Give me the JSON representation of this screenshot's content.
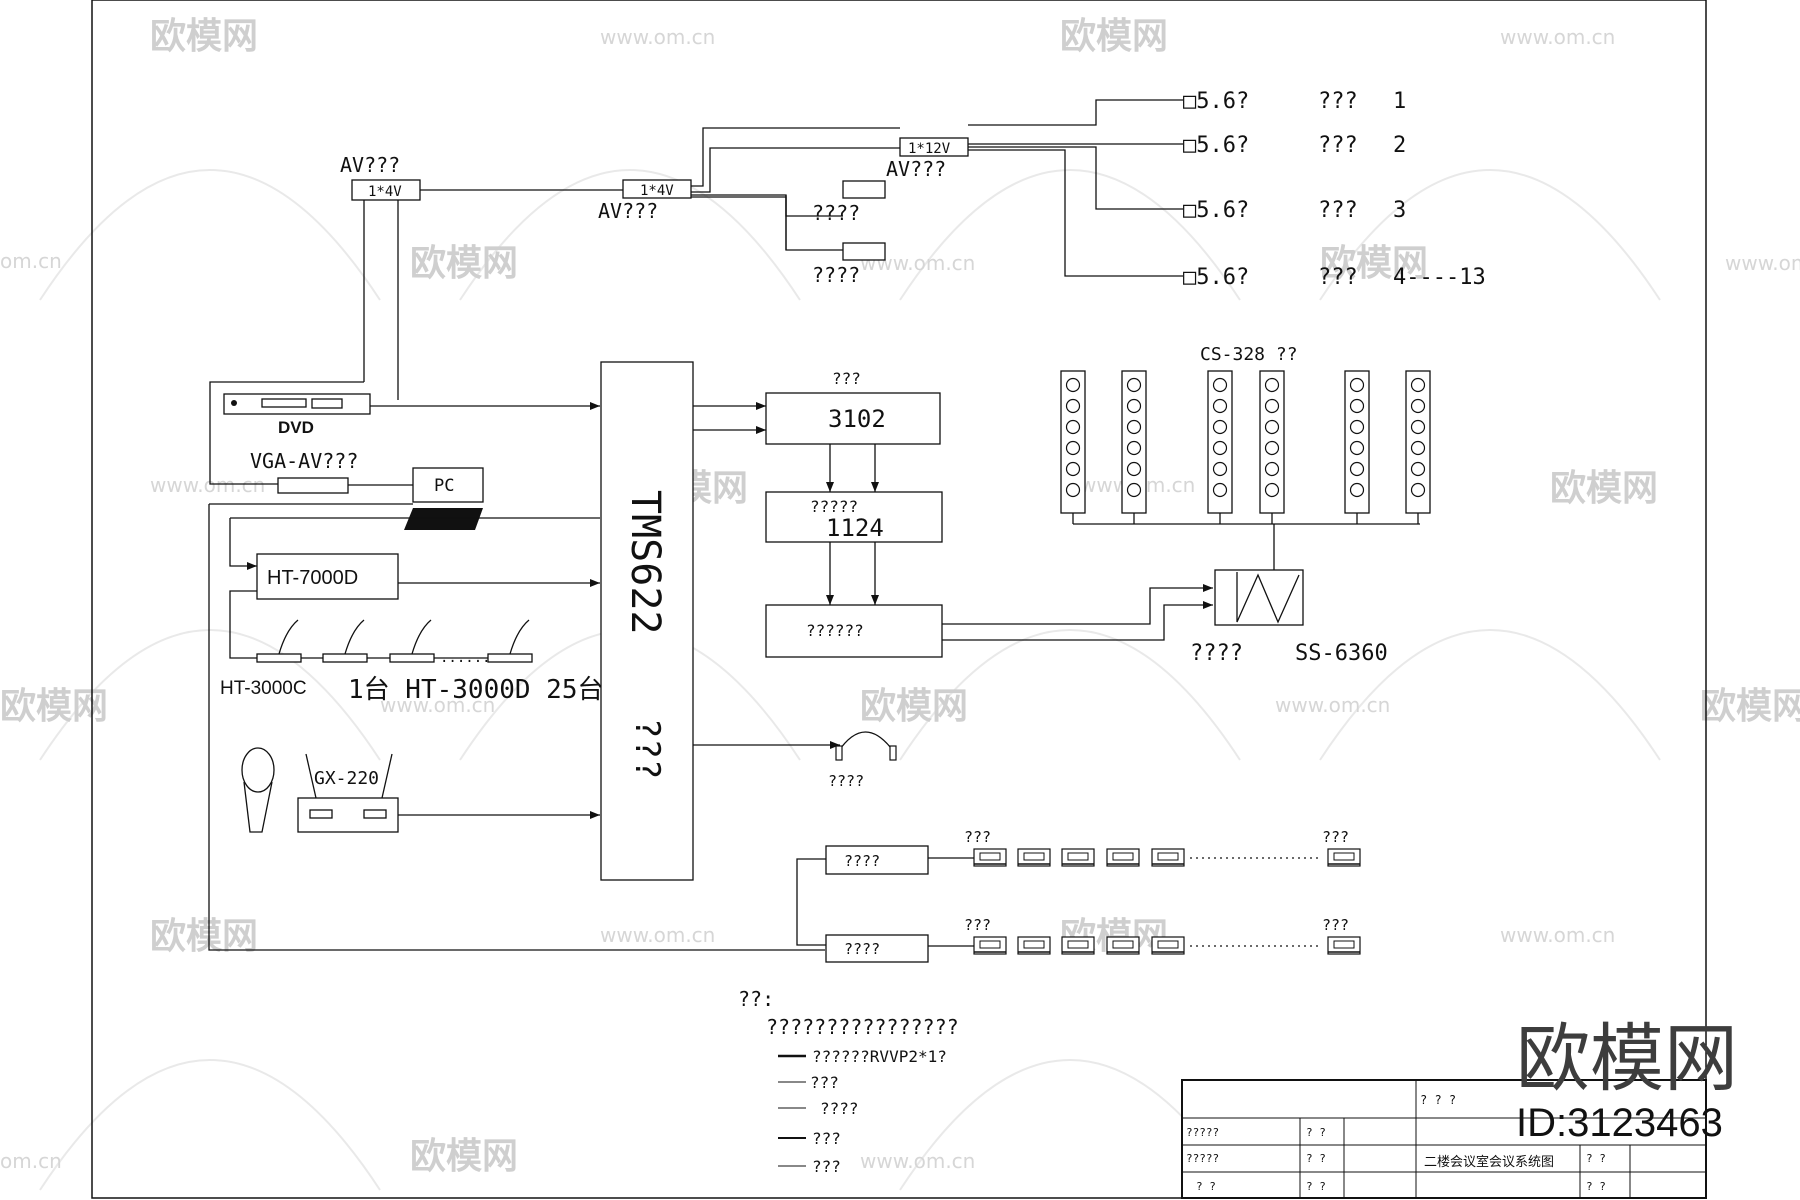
{
  "diagram": {
    "splitters": {
      "av1": {
        "label": "AV???",
        "model": "1*4V"
      },
      "av2": {
        "label": "AV???",
        "model": "1*4V"
      },
      "av3": {
        "label": "AV???",
        "model": "1*12V"
      }
    },
    "side_outputs": [
      "????",
      "????"
    ],
    "monitors": [
      {
        "size": "□5.6?",
        "label": "???",
        "num": "1"
      },
      {
        "size": "□5.6?",
        "label": "???",
        "num": "2"
      },
      {
        "size": "□5.6?",
        "label": "???",
        "num": "3"
      },
      {
        "size": "□5.6?",
        "label": "???",
        "num": "4----13"
      }
    ],
    "dvd": "DVD",
    "vga_av": "VGA-AV???",
    "pc": "PC",
    "ht7000d": "HT-7000D",
    "ht3000c": "HT-3000C",
    "mic_row": "1台 HT-3000D  25台",
    "mic_dots": "......",
    "gx220": "GX-220",
    "tms": "TMS622",
    "tms_sub": "???",
    "proc1": {
      "top": "???",
      "model": "3102"
    },
    "proc2": {
      "top": "?????",
      "model": "1124"
    },
    "proc3": "??????",
    "speakers": "CS-328 ??",
    "amp": {
      "left": "????",
      "model": "SS-6360"
    },
    "headphone": "????",
    "rows": [
      {
        "box": "????",
        "start": "???",
        "end": "???"
      },
      {
        "box": "????",
        "start": "???",
        "end": "???"
      }
    ],
    "legend": {
      "title": "??:",
      "subtitle": "????????????????",
      "items": [
        "??????RVVP2*1?",
        "???",
        "????",
        "???",
        "???"
      ]
    },
    "title_block": {
      "r1": "? ? ?",
      "r2a": "?????",
      "r2b": "?  ?",
      "r3a": "?????",
      "r3b": "?  ?",
      "drawing_title": "二楼会议室会议系统图",
      "r3c": "?  ?",
      "r4a": "?  ?",
      "r4b": "?  ?",
      "r4c": "?  ?"
    }
  },
  "watermark": {
    "brand": "欧模网",
    "url": "www.om.cn",
    "id": "ID:3123463",
    "edge_text": "om.cn"
  }
}
